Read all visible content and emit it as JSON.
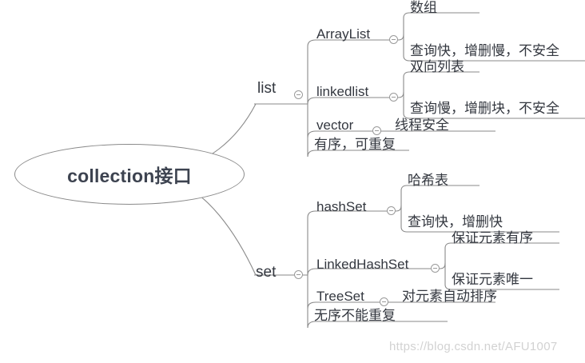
{
  "diagram": {
    "type": "mind-map",
    "root": {
      "label": "collection接口"
    },
    "watermark": "https://blog.csdn.net/AFU1007",
    "toggle_icon": "collapse-minus-icon",
    "branches": [
      {
        "label": "list",
        "note": "有序，可重复",
        "children": [
          {
            "label": "ArrayList",
            "details": [
              "数组",
              "查询快，增删慢，不安全"
            ]
          },
          {
            "label": "linkedlist",
            "details": [
              "双向列表",
              "查询慢，增删块，不安全"
            ]
          },
          {
            "label": "vector",
            "details": [
              "线程安全"
            ]
          }
        ]
      },
      {
        "label": "set",
        "note": "无序不能重复",
        "children": [
          {
            "label": "hashSet",
            "details": [
              "哈希表",
              "查询快，增删快"
            ]
          },
          {
            "label": "LinkedHashSet",
            "details": [
              "保证元素有序",
              "保证元素唯一"
            ]
          },
          {
            "label": "TreeSet",
            "details": [
              "对元素自动排序"
            ]
          }
        ]
      }
    ]
  },
  "colors": {
    "line": "#8a8a8a",
    "text": "#33373f",
    "root_text": "#3d4350",
    "watermark": "#d2d2d2"
  }
}
